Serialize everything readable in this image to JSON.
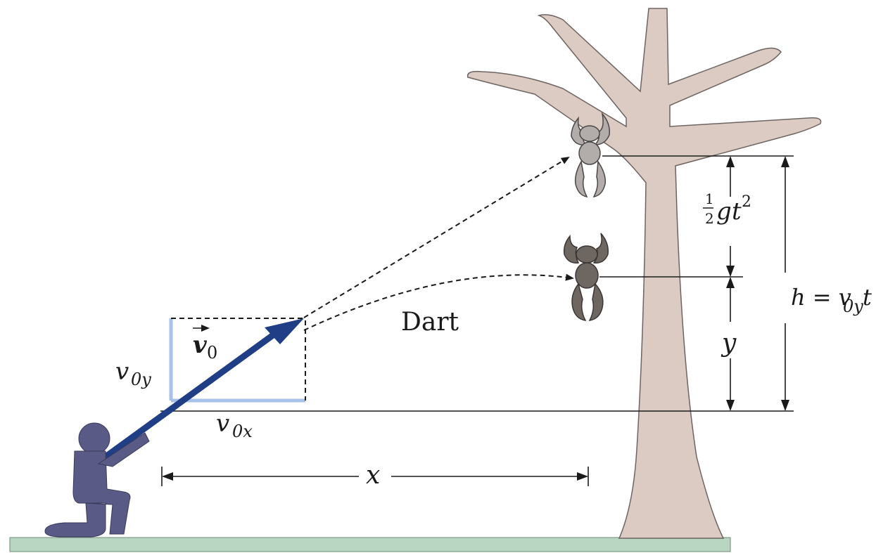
{
  "labels": {
    "dart": "Dart",
    "v0_vector": "v",
    "v0_sub": "0",
    "v0y_main": "v",
    "v0y_sub": "0y",
    "v0x_main": "v",
    "v0x_sub": "0x",
    "x": "x",
    "y": "y",
    "half_num": "1",
    "half_den": "2",
    "gt2_g": "g",
    "gt2_t": "t",
    "gt2_exp": "2",
    "h_eq_lhs": "h = v",
    "h_eq_sub": "0y",
    "h_eq_t": "t"
  },
  "colors": {
    "ground": "#b9d6c2",
    "ground_stroke": "#6e8a78",
    "tree": "#dccbc3",
    "tree_stroke": "#6d6461",
    "person": "#5a5a86",
    "dart_arrow": "#1f3e86",
    "components": "#a9c1e8",
    "monkey_top": "#b2acaa",
    "monkey_bottom": "#6d6661",
    "line": "#1a1a1a"
  },
  "icons": {
    "person": "kneeling-person-icon",
    "monkey_initial": "monkey-hanging-icon",
    "monkey_falling": "monkey-falling-icon",
    "tree": "tree-icon"
  }
}
